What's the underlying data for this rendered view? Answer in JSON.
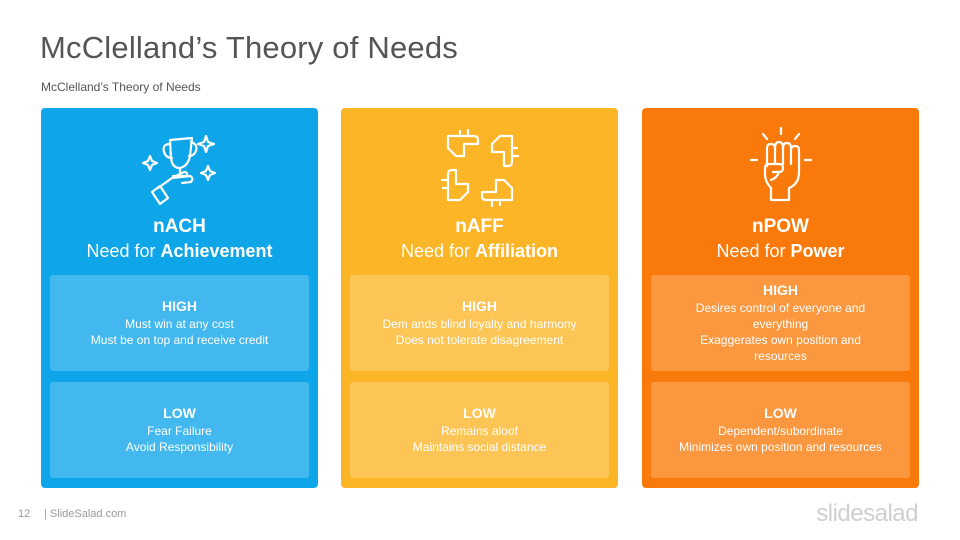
{
  "slide": {
    "title": "McClelland’s Theory of Needs",
    "subtitle": "McClelland’s  Theory  of Needs"
  },
  "cards": [
    {
      "icon": "trophy-hand-icon",
      "color": "#0EA5E9",
      "code": "nACH",
      "need_prefix": "Need for ",
      "need_bold": "Achievement",
      "high": {
        "label": "HIGH",
        "lines": [
          "Must win at any cost",
          "Must be on top and receive credit"
        ]
      },
      "low": {
        "label": "LOW",
        "lines": [
          "Fear Failure",
          "Avoid Responsibility"
        ]
      }
    },
    {
      "icon": "joined-hands-icon",
      "color": "#FBB526",
      "code": "nAFF",
      "need_prefix": "Need for ",
      "need_bold": "Affiliation",
      "high": {
        "label": "HIGH",
        "lines": [
          "Dem ands blind  loyalty and harmony",
          "Does not tolerate disagreement"
        ]
      },
      "low": {
        "label": "LOW",
        "lines": [
          "Remains aloof",
          "Maintains  social distance"
        ]
      }
    },
    {
      "icon": "raised-fist-icon",
      "color": "#F97A0A",
      "code": "nPOW",
      "need_prefix": "Need for ",
      "need_bold": "Power",
      "high": {
        "label": "HIGH",
        "lines": [
          "Desires control of everyone and",
          "everything",
          "Exaggerates own position  and",
          "resources"
        ]
      },
      "low": {
        "label": "LOW",
        "lines": [
          "Dependent/subordinate",
          "Minimizes  own position  and resources"
        ]
      }
    }
  ],
  "footer": {
    "page_number": "12",
    "site": "| SlideSalad.com",
    "logo": "slidesalad"
  }
}
